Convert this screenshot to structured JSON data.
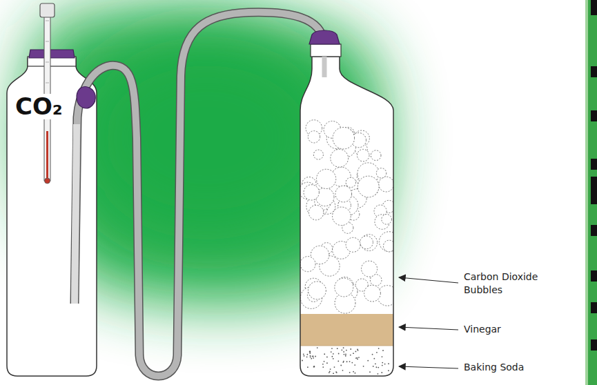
{
  "diagram": {
    "nodes": [
      {
        "text": [
          "CO₂"
        ]
      }
    ],
    "labels": [
      "Carbon Dioxide Bubbles",
      "Vinegar",
      "Baking Soda"
    ]
  }
}
